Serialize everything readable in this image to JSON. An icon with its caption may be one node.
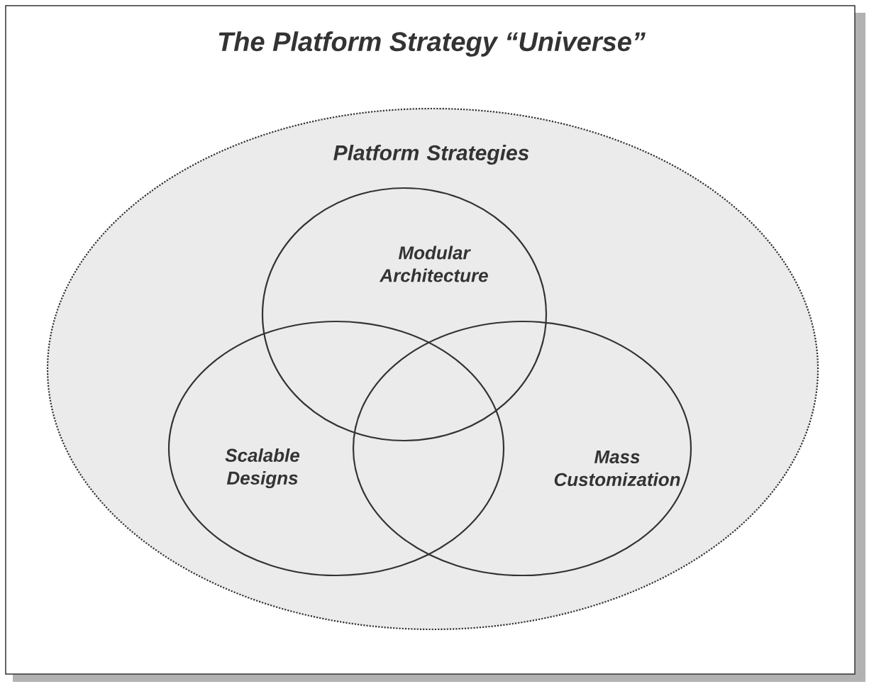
{
  "diagram": {
    "title": "The Platform Strategy “Universe”",
    "nodes": [
      {
        "text": [
          "Platform Strategies"
        ]
      },
      {
        "text": [
          "Modular Architecture"
        ],
        "in": 0
      },
      {
        "text": [
          "Scalable Designs"
        ],
        "in": 0
      },
      {
        "text": [
          "Mass Customization"
        ],
        "in": 0
      }
    ]
  }
}
